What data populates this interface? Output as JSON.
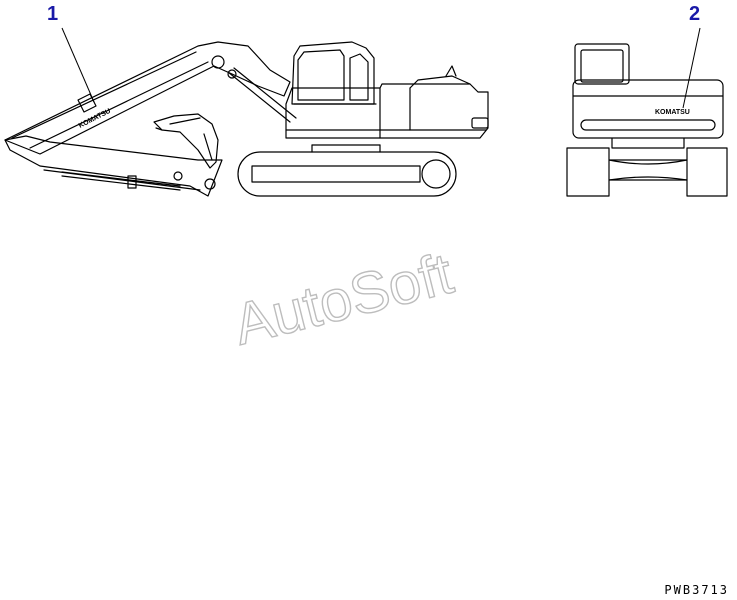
{
  "callouts": [
    {
      "label": "1"
    },
    {
      "label": "2"
    }
  ],
  "decal": {
    "text": "KOMATSU"
  },
  "watermark": {
    "text": "AutoSoft"
  },
  "figure_code": "PWB3713",
  "colors": {
    "callout": "#1a1aa8",
    "line": "#000000",
    "watermark": "#c8c8c8"
  }
}
